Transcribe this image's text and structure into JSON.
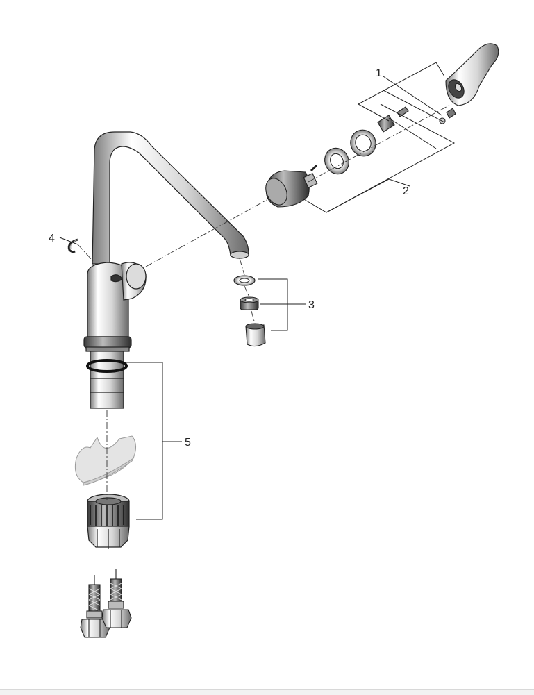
{
  "diagram": {
    "callouts": [
      {
        "label": "1"
      },
      {
        "label": "2"
      },
      {
        "label": "3"
      },
      {
        "label": "4"
      },
      {
        "label": "5"
      }
    ]
  },
  "colors": {
    "line": "#222222",
    "metal_light": "#ffffff",
    "metal_mid": "#c8c8c8",
    "metal_dark": "#555555",
    "bracket_grey": "#e0e0e0"
  }
}
